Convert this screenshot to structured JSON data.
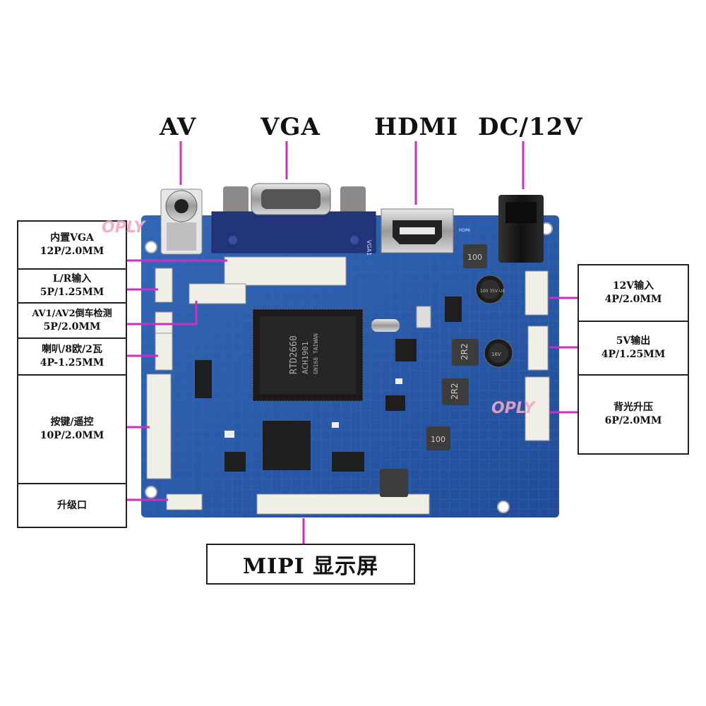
{
  "top_labels": {
    "av": "AV",
    "vga": "VGA",
    "hdmi": "HDMI",
    "dc": "DC/12V"
  },
  "left_labels": [
    {
      "line1": "内置VGA",
      "line2": "12P/2.0MM"
    },
    {
      "line1": "L/R输入",
      "line2": "5P/1.25MM"
    },
    {
      "line1": "AV1/AV2倒车检测",
      "line2": "5P/2.0MM"
    },
    {
      "line1": "喇叭/8欧/2瓦",
      "line2": "4P-1.25MM"
    },
    {
      "line1": "按键/遥控",
      "line2": "10P/2.0MM"
    },
    {
      "line1": "升级口",
      "line2": ""
    }
  ],
  "right_labels": [
    {
      "line1": "12V输入",
      "line2": "4P/2.0MM"
    },
    {
      "line1": "5V输出",
      "line2": "4P/1.25MM"
    },
    {
      "line1": "背光升压",
      "line2": "6P/2.0MM"
    }
  ],
  "bottom_label": "MIPI 显示屏",
  "watermark": "OPLY",
  "chip_text": {
    "main_line1": "RTD2660",
    "main_line2": "ACH1901",
    "main_line3": "GN168 TAIWAN",
    "inductor1": "2R2",
    "inductor2": "2R2",
    "inductor3": "100",
    "inductor4": "100",
    "cap1": "100 35V UE",
    "cap2": "16V",
    "silk_vga": "VGA1",
    "silk_hdmi": "HDMI"
  },
  "colors": {
    "pcb": "#2a5aa8",
    "pcb_dark": "#1c4185",
    "leader": "#cc2fc4",
    "connector": "#efefe8"
  }
}
